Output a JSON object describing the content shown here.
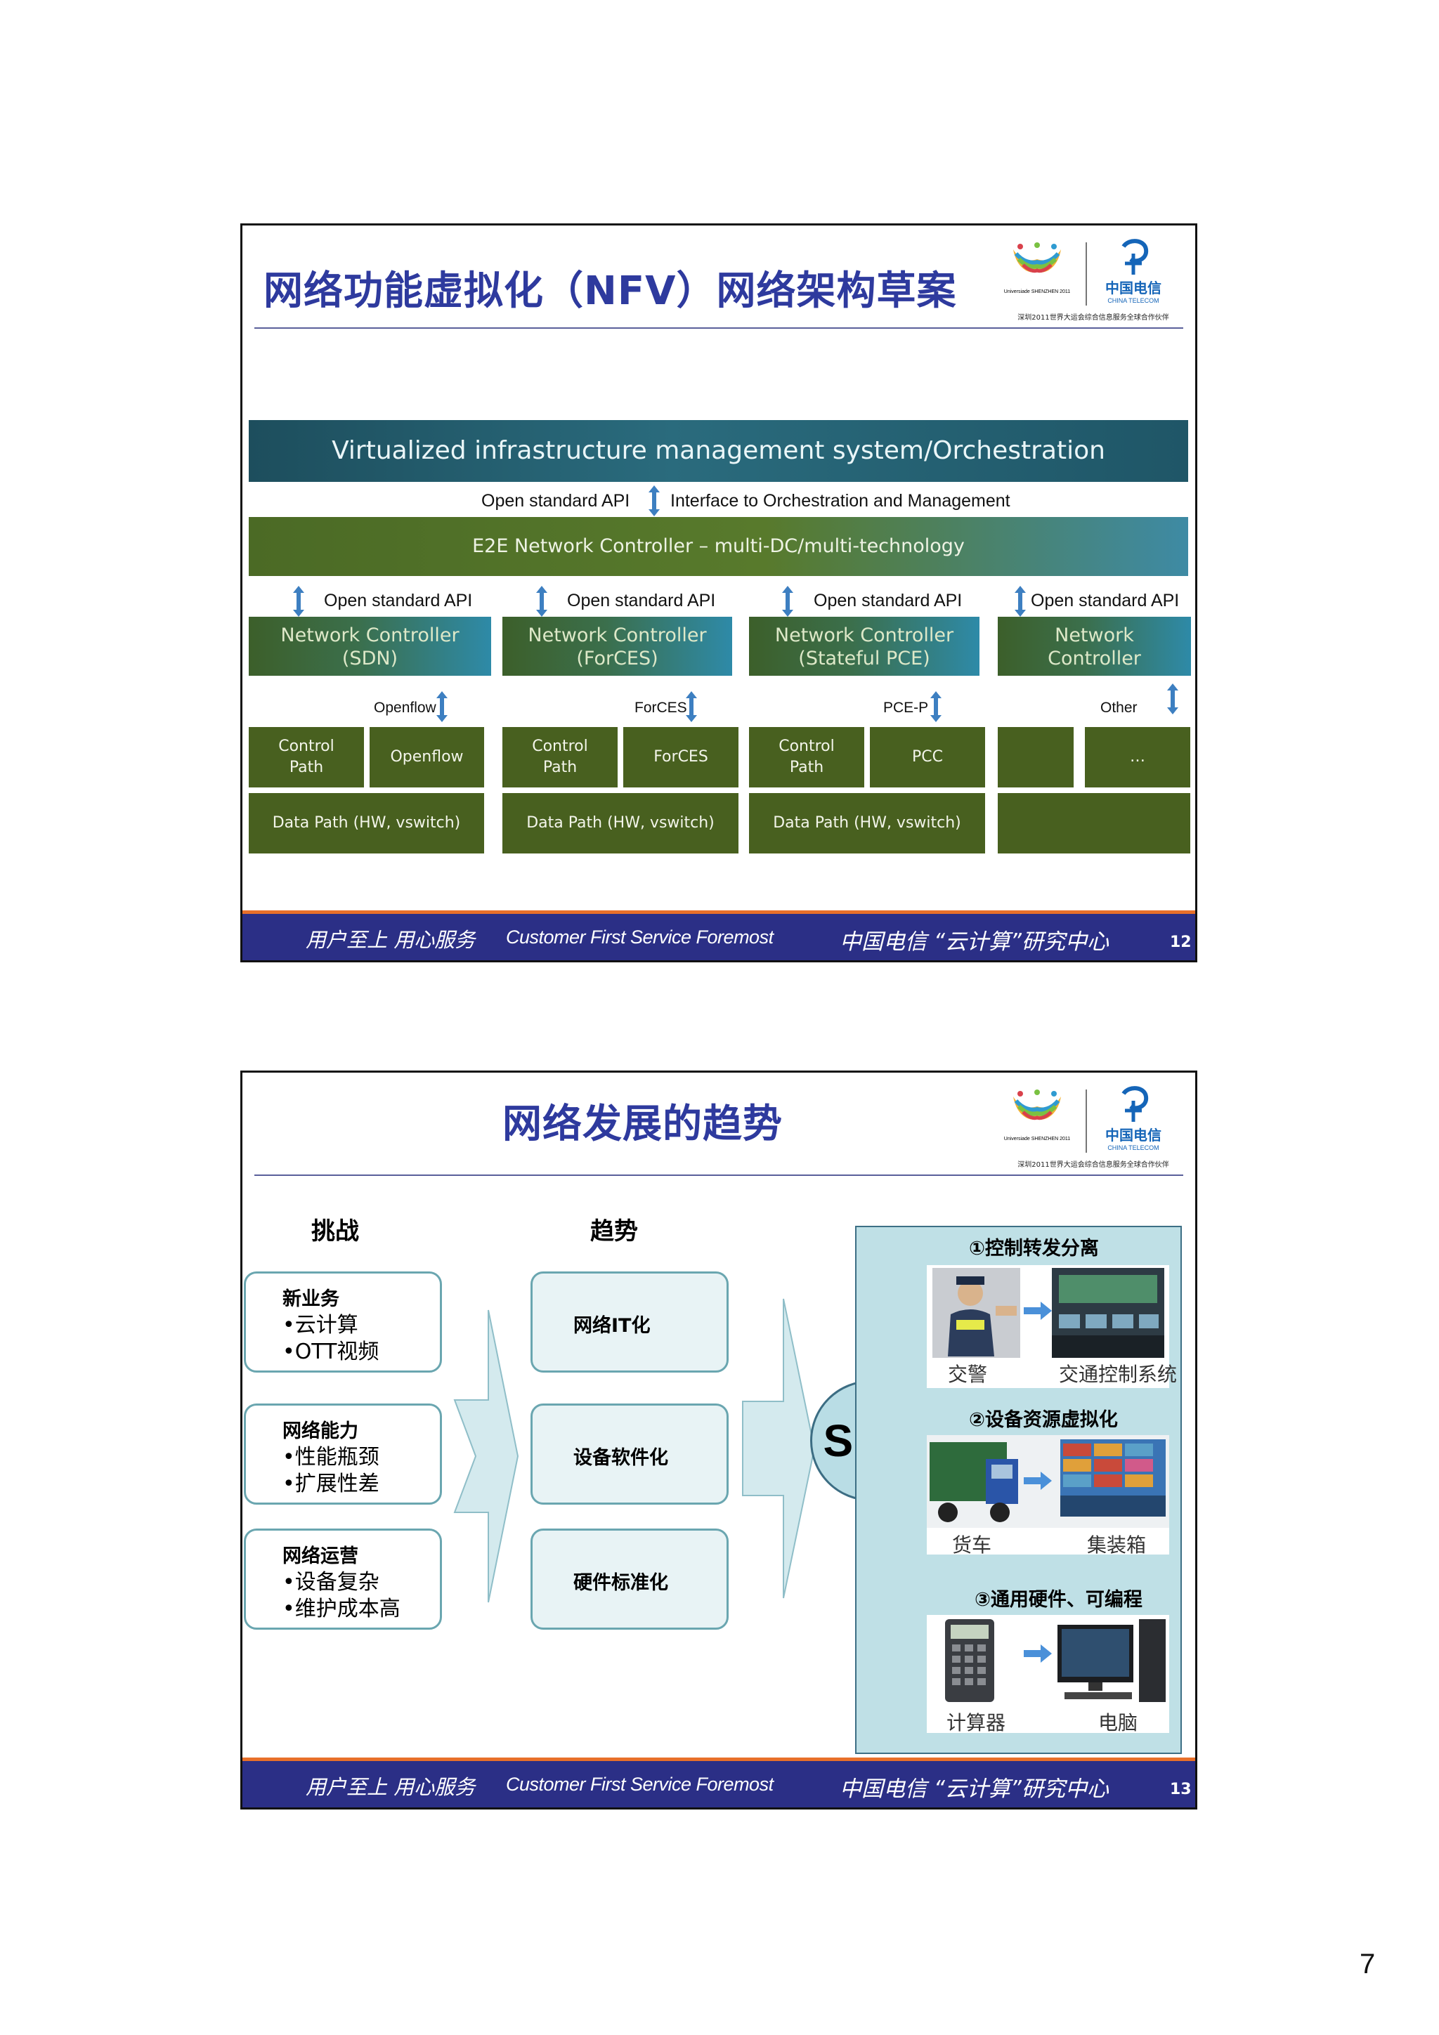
{
  "slide12": {
    "title": "网络功能虚拟化（NFV）网络架构草案",
    "orchestration": "Virtualized infrastructure management system/Orchestration",
    "top_api": "Open standard API",
    "top_interface": "Interface to Orchestration and Management",
    "e2e": "E2E Network  Controller – multi-DC/multi-technology",
    "controllers": [
      {
        "api": "Open standard API",
        "line1": "Network  Controller",
        "line2": "(SDN)",
        "proto": "Openflow",
        "cp1": "Control",
        "cp2": "Path",
        "cell2": "Openflow",
        "dp": "Data Path (HW, vswitch)"
      },
      {
        "api": "Open standard API",
        "line1": "Network  Controller",
        "line2": "(ForCES)",
        "proto": "ForCES",
        "cp1": "Control",
        "cp2": "Path",
        "cell2": "ForCES",
        "dp": "Data Path (HW, vswitch)"
      },
      {
        "api": "Open standard API",
        "line1": "Network  Controller",
        "line2": "(Stateful PCE)",
        "proto": "PCE-P",
        "cp1": "Control",
        "cp2": "Path",
        "cell2": "PCC",
        "dp": "Data Path (HW, vswitch)"
      },
      {
        "api": "Open standard API",
        "line1": "Network",
        "line2": "Controller",
        "proto": "Other",
        "cell2": "…"
      }
    ],
    "footer_slogan": "用户至上   用心服务",
    "footer_en": "Customer First Service Foremost",
    "footer_center": "中国电信 “云计算”研究中心",
    "page": "12"
  },
  "slide13": {
    "title": "网络发展的趋势",
    "col_challenge": "挑战",
    "col_trend": "趋势",
    "challenges": [
      {
        "head": "新业务",
        "items": [
          "•云计算",
          "•OTT视频"
        ]
      },
      {
        "head": "网络能力",
        "items": [
          "•性能瓶颈",
          "•扩展性差"
        ]
      },
      {
        "head": "网络运营",
        "items": [
          "•设备复杂",
          "•维护成本高"
        ]
      }
    ],
    "trends": [
      "网络IT化",
      "设备软件化",
      "硬件标准化"
    ],
    "center": "SDN",
    "panel": {
      "s1": "①控制转发分离",
      "s1_left": "交警",
      "s1_right": "交通控制系统",
      "s2": "②设备资源虚拟化",
      "s2_left": "货车",
      "s2_right": "集装箱",
      "s3": "③通用硬件、可编程",
      "s3_left": "计算器",
      "s3_right": "电脑"
    },
    "footer_slogan": "用户至上   用心服务",
    "footer_en": "Customer First Service Foremost",
    "footer_center": "中国电信 “云计算”研究中心",
    "page": "13"
  },
  "logo": {
    "brand_cn": "中国电信",
    "brand_en": "CHINA TELECOM",
    "univ": "Universiade SHENZHEN 2011",
    "partner": "深圳2011世界大运会综合信息服务全球合作伙伴"
  },
  "page_number": "7",
  "colors": {
    "title": "#2e3a9e",
    "footer": "#2b2f86",
    "footer_rule": "#e8702a",
    "green": "#48601f",
    "teal": "#1f5a6e",
    "panel": "#bfe0e6"
  }
}
